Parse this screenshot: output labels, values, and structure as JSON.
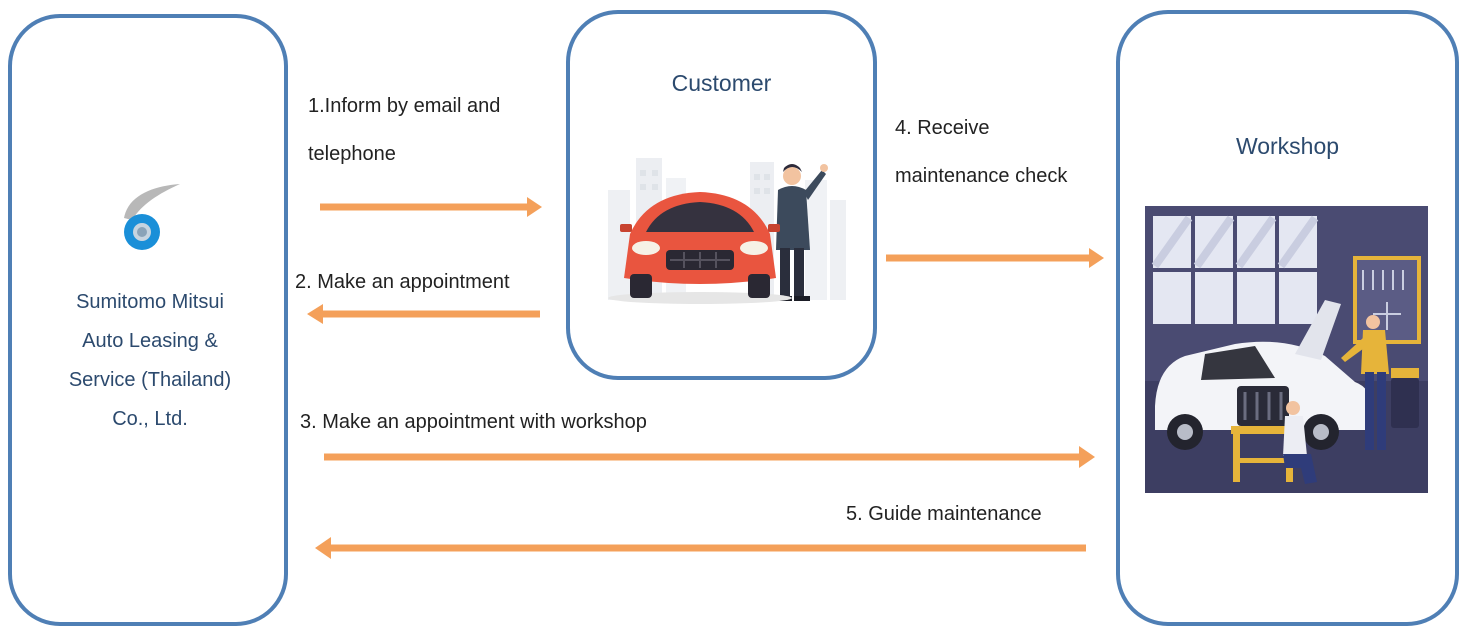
{
  "company": {
    "name_lines": [
      "Sumitomo Mitsui",
      "Auto Leasing &",
      "Service (Thailand)",
      "Co., Ltd."
    ]
  },
  "customer": {
    "title": "Customer"
  },
  "workshop": {
    "title": "Workshop"
  },
  "steps": {
    "step1": [
      "1.Inform by email and",
      "telephone"
    ],
    "step2": "2. Make an appointment",
    "step3": "3. Make an appointment with workshop",
    "step4": [
      "4. Receive",
      "maintenance check"
    ],
    "step5": "5. Guide maintenance"
  },
  "colors": {
    "box_border": "#4f7fb5",
    "title_text": "#2c4a6e",
    "arrow": "#f4a05a",
    "logo_blue": "#1a8fd8",
    "car_red": "#e9553f",
    "workshop_bg": "#4a4b72"
  },
  "icons": {
    "logo": "company-logo-icon",
    "customer": "customer-with-car-illustration",
    "workshop": "mechanics-repairing-car-illustration"
  }
}
